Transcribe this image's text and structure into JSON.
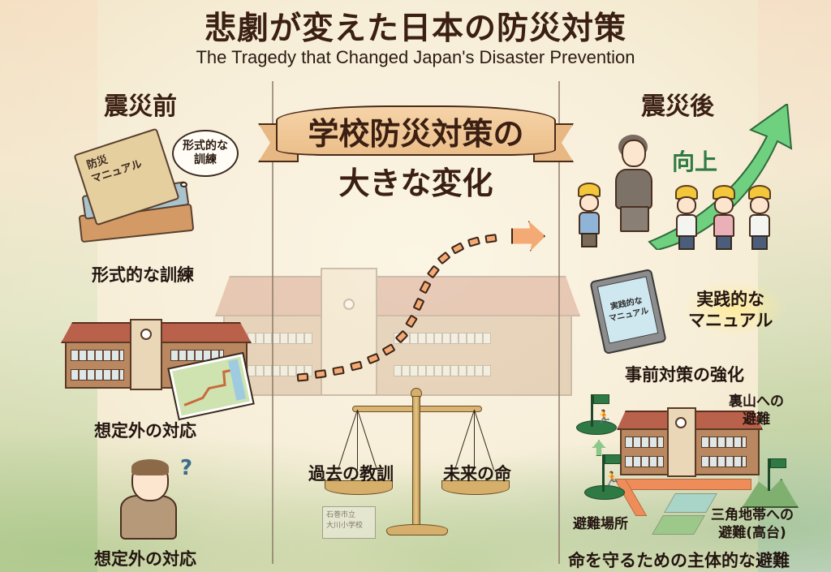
{
  "header": {
    "title": "悲劇が変えた日本の防災対策",
    "subtitle": "The Tragedy that Changed Japan's Disaster Prevention"
  },
  "banner": {
    "line1": "学校防災対策の",
    "line2": "大きな変化"
  },
  "before": {
    "heading": "震災前",
    "book_cover": [
      "防災",
      "マニュアル"
    ],
    "thought_bubble": [
      "形式的な",
      "訓練"
    ],
    "items": [
      {
        "label": "形式的な訓練",
        "icon": "books-icon"
      },
      {
        "label": "想定外の対応",
        "icon": "school-with-map-icon"
      },
      {
        "label": "想定外の対応",
        "icon": "confused-person-icon"
      }
    ],
    "question_mark": "?"
  },
  "center": {
    "scale": {
      "left_pan": "過去の教訓",
      "right_pan": "未来の命"
    },
    "school_sign": [
      "石巻市立",
      "大川小学校"
    ]
  },
  "after": {
    "heading": "震災後",
    "improvement_label": "向上",
    "tablet_screen": [
      "実践的な",
      "マニュアル"
    ],
    "practical_manual": [
      "実践的な",
      "マニュアル"
    ],
    "items": [
      {
        "label": "事前対策の強化",
        "icon": "tablet-manual-icon"
      },
      {
        "label": "命を守るための主体的な避難",
        "icon": "evacuation-map-icon"
      }
    ],
    "evacuation": {
      "back_hill": [
        "裏山への",
        "避難"
      ],
      "shelter": "避難場所",
      "high_ground": [
        "三角地帯への",
        "避難(高台)"
      ]
    }
  },
  "colors": {
    "background": "#f7eed8",
    "title_text": "#3a1f12",
    "banner_fill": "#ecbf8a",
    "dotted_arrow": "#f4aa74",
    "green_arrow": "#6fd080",
    "improvement_text": "#2f7a44",
    "evac_flag": "#2f7a44",
    "divider": "#8c7a68"
  }
}
